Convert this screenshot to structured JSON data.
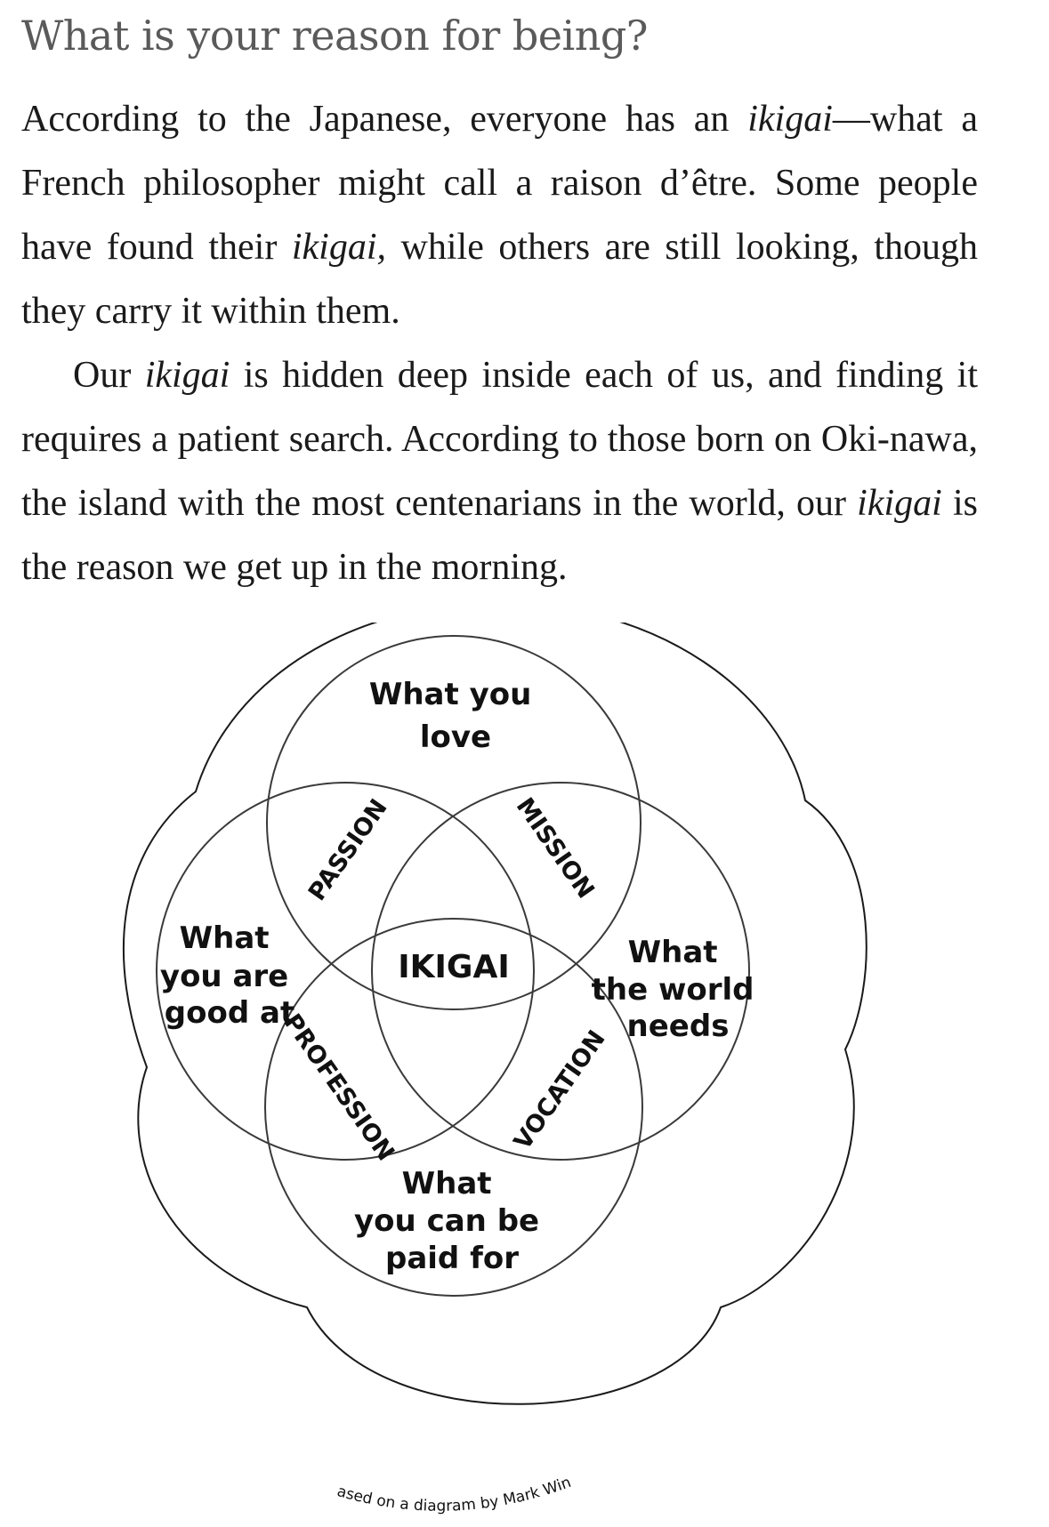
{
  "heading": "What is your reason for being?",
  "paragraph1": {
    "t1": "According to the Japanese, everyone has an ",
    "i1": "ikigai",
    "t2": "—what a French philosopher might call a raison d’être. Some people have found their ",
    "i2": "ikigai,",
    "t3": " while others are still looking, though they carry it within them."
  },
  "paragraph2": {
    "t1": "Our ",
    "i1": "ikigai",
    "t2": " is hidden deep inside each of us, and finding it requires a patient search. According to those born on Oki-nawa, the island with the most centenarians in the world, our ",
    "i2": "ikigai",
    "t3": " is the reason we get up in the morning."
  },
  "diagram": {
    "top": [
      "What you",
      "love"
    ],
    "left": [
      "What",
      "you are",
      "good at"
    ],
    "right": [
      "What",
      "the world",
      "needs"
    ],
    "bottom": [
      "What",
      "you can be",
      "paid for"
    ],
    "center": "IKIGAI",
    "passion": "PASSION",
    "mission": "MISSION",
    "profession": "PROFESSION",
    "vocation": "VOCATION",
    "credit": "Based on a diagram by Mark Winn"
  }
}
